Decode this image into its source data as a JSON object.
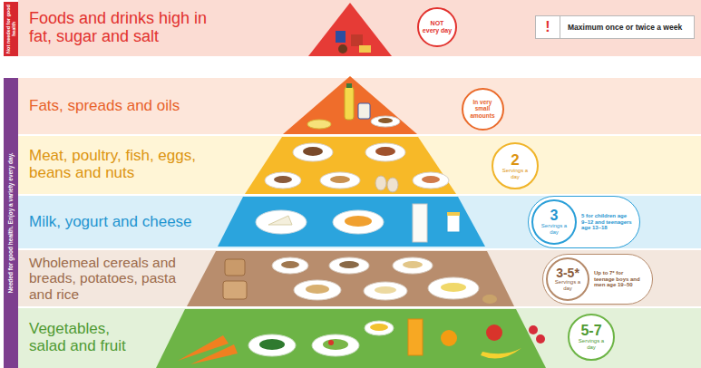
{
  "diagram": {
    "nodes": [
      {
        "text": [
          "Not needed for good health"
        ]
      },
      {
        "text": [
          "Foods and drinks high in fat, sugar and salt"
        ]
      },
      {
        "text": [
          "NOT every day"
        ],
        "in": 1
      },
      {
        "text": [
          "!",
          "Maximum once or twice a week"
        ],
        "in": 1
      },
      {
        "text": [
          "Needed for good health. Enjoy a variety every day."
        ]
      },
      {
        "text": [
          "Fats, spreads and oils"
        ]
      },
      {
        "text": [
          "In very small amounts"
        ],
        "in": 5
      },
      {
        "text": [
          "Meat, poultry, fish, eggs, beans and nuts"
        ]
      },
      {
        "text": [
          "2",
          "Servings a day"
        ],
        "in": 7
      },
      {
        "text": [
          "Milk, yogurt and cheese"
        ]
      },
      {
        "text": [
          "3",
          "Servings a day",
          "5 for children age 9–12 and teenagers age 13–18"
        ],
        "in": 9
      },
      {
        "text": [
          "Wholemeal cereals and breads, potatoes, pasta and rice"
        ]
      },
      {
        "text": [
          "3-5*",
          "Servings a day",
          "Up to 7* for teenage boys and men age 19–50"
        ],
        "in": 11
      },
      {
        "text": [
          "Vegetables, salad and fruit"
        ]
      },
      {
        "text": [
          "5-7",
          "Servings a day"
        ],
        "in": 13
      }
    ]
  }
}
